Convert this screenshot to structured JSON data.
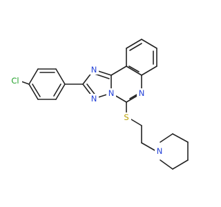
{
  "atoms": {
    "cl": {
      "label": "Cl",
      "color": "#22a02a"
    },
    "n_triazole_top": {
      "label": "N",
      "color": "#2442d8"
    },
    "n_triazole_left": {
      "label": "N",
      "color": "#2442d8"
    },
    "n_bridge": {
      "label": "N",
      "color": "#2442d8"
    },
    "n_quinazoline": {
      "label": "N",
      "color": "#2442d8"
    },
    "s_thioether": {
      "label": "S",
      "color": "#b8a000"
    },
    "n_piperidine": {
      "label": "N",
      "color": "#2442d8"
    }
  },
  "colors": {
    "bond": "#222222",
    "background": "#ffffff"
  }
}
